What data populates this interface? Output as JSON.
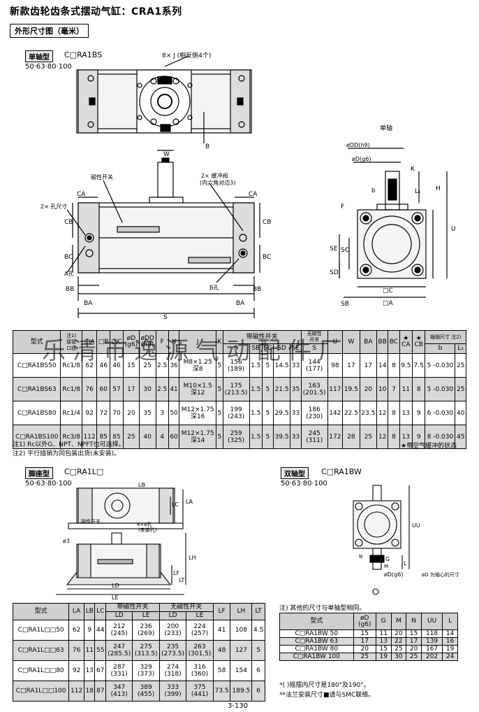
{
  "title": "新款齿轮齿条式摆动气缸：CRA1系列",
  "section_label": "外形尺寸图（毫米）",
  "watermark": "乐清市逸源气动配件厂",
  "single": {
    "tag": "单轴型",
    "model": "C□RA1BS",
    "sizes": "50·63·80·100",
    "labels": {
      "eight_j": "8× J (相反侧4个)",
      "w": "W",
      "mag_switch": "磁性开关",
      "cushion": "2× 缓冲阀",
      "hex": "(内六角对边3)",
      "ca_l": "CA",
      "ca_r": "CA",
      "two_hole": "2× 孔尺寸",
      "cb_l": "CB",
      "cb_r": "CB",
      "bc_l": "BC",
      "bc_r": "BC",
      "a_hole": "A孔",
      "b_hole": "B孔",
      "bb_l": "BB",
      "bb_r": "BB",
      "ba_l": "BA",
      "ba_r": "BA",
      "s": "S",
      "b": "B",
      "shaft_title": "单轴",
      "odd": "øDD(h9)",
      "od": "øD(g6)",
      "k": "K",
      "b_small": "b",
      "l1": "L₁",
      "h": "H",
      "f": "F",
      "u": "U",
      "se": "SE",
      "sc": "SC",
      "sd": "SD",
      "sb": "SB",
      "c": "□C",
      "a": "□A"
    }
  },
  "main_table": {
    "header_row1": [
      "型式",
      "注1)\n接管\n口径",
      "□A",
      "□B",
      "□C",
      "øD\n(g6)",
      "øDD\n(h9)",
      "F",
      "H",
      "J",
      "K",
      "带磁性开关",
      "无磁性\n开关",
      "U",
      "W",
      "BA",
      "BB",
      "BC",
      "★\nCA",
      "★\nCB",
      "插销尺寸 注2)"
    ],
    "mag_sub": [
      "S",
      "SB",
      "SC",
      "SD",
      "SE"
    ],
    "nomag_sub": "S",
    "pin_sub": [
      "b",
      "L₁"
    ],
    "rows": [
      [
        "C□RA1BS50",
        "Rc1/8",
        "62",
        "46",
        "46",
        "15",
        "25",
        "2.5",
        "36",
        "M8×1.25\n深8",
        "5",
        "156\n(189)",
        "1.5",
        "5",
        "14.5",
        "33",
        "144\n(177)",
        "98",
        "17",
        "17",
        "14",
        "8",
        "9.5",
        "7.5",
        "5 -0.030",
        "25"
      ],
      [
        "C□RA1BS63",
        "Rc1/8",
        "76",
        "60",
        "57",
        "17",
        "30",
        "2.5",
        "41",
        "M10×1.5\n深12",
        "5",
        "175\n(213.5)",
        "1.5",
        "5",
        "21.5",
        "35",
        "163\n(201.5)",
        "117",
        "19.5",
        "20",
        "10",
        "7",
        "11",
        "8",
        "5 -0.030",
        "25"
      ],
      [
        "C□RA1BS80",
        "Rc1/4",
        "92",
        "72",
        "70",
        "20",
        "35",
        "3",
        "50",
        "M12×1.75\n深16",
        "5",
        "199\n(243)",
        "1.5",
        "5",
        "29.5",
        "33",
        "186\n(230)",
        "142",
        "22.5",
        "23.5",
        "12",
        "8",
        "13",
        "9",
        "6 -0.030",
        "40"
      ],
      [
        "C□RA1BS100",
        "Rc3/8",
        "112",
        "85",
        "85",
        "25",
        "40",
        "4",
        "60",
        "M12×1.75\n深14",
        "5",
        "259\n(325)",
        "1.5",
        "5",
        "39.5",
        "33",
        "245\n(311)",
        "172",
        "28",
        "25",
        "12",
        "8",
        "13",
        "9",
        "8 -0.030",
        "45"
      ]
    ]
  },
  "notes": {
    "n1": "注1) Rc以外G、NPT、NPFT也可选择。",
    "n2": "注2) 平行插销为同包装出货(未安装)。",
    "star": "★带空气缓冲的状态"
  },
  "foot": {
    "tag": "脚座型",
    "model": "C□RA1L□",
    "sizes": "50·63·80·100",
    "labels": {
      "lb": "LB",
      "la": "LA",
      "lc": "LC",
      "mag": "磁性开关",
      "hole": "4×ø孔",
      "note": "(安装孔)",
      "lf": "LF",
      "lt": "LT",
      "lh": "LH",
      "ld": "LD",
      "le": "LE",
      "a3": "ø3"
    }
  },
  "foot_table": {
    "header": [
      "型式",
      "LA",
      "LB",
      "LC",
      "带磁性开关",
      "无磁性开关",
      "LF",
      "LH",
      "LT"
    ],
    "sub": [
      "LD",
      "LE",
      "LD",
      "LE"
    ],
    "rows": [
      [
        "C□RA1L□□50",
        "62",
        "9",
        "44",
        "212\n(245)",
        "236\n(269)",
        "200\n(233)",
        "224\n(257)",
        "41",
        "108",
        "4.5"
      ],
      [
        "C□RA1L□□63",
        "76",
        "11",
        "55",
        "247\n(285.5)",
        "275\n(313.5)",
        "235\n(273.5)",
        "263\n(301.5)",
        "48",
        "127",
        "5"
      ],
      [
        "C□RA1L□□80",
        "92",
        "13",
        "67",
        "287\n(331)",
        "329\n(373)",
        "274\n(318)",
        "316\n(360)",
        "58",
        "154",
        "6"
      ],
      [
        "C□RA1L□□100",
        "112",
        "18",
        "87",
        "347\n(413)",
        "389\n(455)",
        "333\n(399)",
        "375\n(441)",
        "73.5",
        "189.5",
        "6"
      ]
    ]
  },
  "double": {
    "tag": "双轴型",
    "model": "C□RA1BW",
    "sizes": "50·63·80·100",
    "labels": {
      "uu": "UU",
      "l": "L",
      "g": "G",
      "m": "M",
      "n": "N",
      "od": "øD(g6)",
      "od_note": "øD 为轴心的尺寸"
    },
    "note": "注) 其他的尺寸与单轴型相同。"
  },
  "double_table": {
    "header": [
      "型式",
      "øD\n(g6)",
      "G",
      "M",
      "N",
      "UU",
      "L"
    ],
    "rows": [
      [
        "C□RA1BW 50",
        "15",
        "11",
        "20",
        "15",
        "118",
        "14"
      ],
      [
        "C□RA1BW 63",
        "17",
        "13",
        "22",
        "17",
        "139",
        "16"
      ],
      [
        "C□RA1BW 80",
        "20",
        "15",
        "25",
        "20",
        "167",
        "19"
      ],
      [
        "C□RA1BW 100",
        "25",
        "19",
        "30",
        "25",
        "202",
        "24"
      ]
    ]
  },
  "bottom_notes": {
    "a": "*( )摇摆内尺寸是180°及190°。",
    "b": "**法兰安装尺寸■请与SMC联络。"
  },
  "page_number": "3-130"
}
